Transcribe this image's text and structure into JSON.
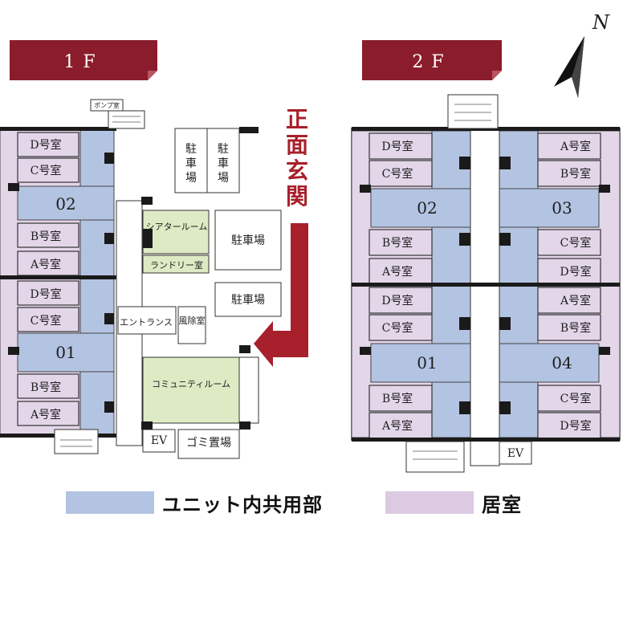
{
  "floor1": {
    "banner": "1F",
    "west_rooms_top": [
      "D号室",
      "C号室"
    ],
    "unit_top": "02",
    "west_rooms_mid": [
      "B号室",
      "A号室",
      "D号室",
      "C号室"
    ],
    "unit_bottom": "01",
    "west_rooms_bottom": [
      "B号室",
      "A号室"
    ],
    "pump_room": "ポンプ室",
    "parking_vertical": [
      "駐車場",
      "駐車場"
    ],
    "theater_room": "シアタールーム",
    "laundry_room": "ランドリー室",
    "parking_1": "駐車場",
    "parking_2": "駐車場",
    "entrance": "エントランス",
    "air_shower": "風除室",
    "community_room": "コミュニティルーム",
    "ev": "EV",
    "garbage": "ゴミ置場"
  },
  "front_entrance_label": "正面玄関",
  "floor2": {
    "banner": "2F",
    "west_top_rooms": [
      "D号室",
      "C号室"
    ],
    "west_top_unit": "02",
    "west_mid_rooms": [
      "B号室",
      "A号室",
      "D号室",
      "C号室"
    ],
    "west_bottom_unit": "01",
    "west_bottom_rooms": [
      "B号室",
      "A号室"
    ],
    "east_top_rooms": [
      "A号室",
      "B号室"
    ],
    "east_top_unit": "03",
    "east_mid_rooms": [
      "C号室",
      "D号室",
      "A号室",
      "B号室"
    ],
    "east_bottom_unit": "04",
    "east_bottom_rooms": [
      "C号室",
      "D号室"
    ],
    "ev": "EV"
  },
  "compass": "N",
  "legend": {
    "shared": "ユニット内共用部",
    "private": "居室"
  },
  "colors": {
    "banner": "#8b1c2b",
    "shared": "#b3c3e2",
    "private": "#e3d6e9",
    "community": "#ddeac4",
    "wall": "#1a1a1a",
    "arrow": "#a8202b"
  }
}
